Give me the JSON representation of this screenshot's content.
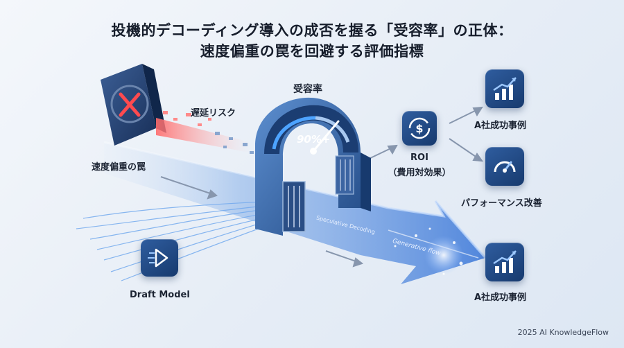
{
  "title": {
    "line1": "投機的デコーディング導入の成否を握る「受容率」の正体：",
    "line2": "速度偏重の罠を回避する評価指標"
  },
  "gauge": {
    "label": "受容率",
    "value_text": "90%+"
  },
  "trap": {
    "label": "速度偏重の罠",
    "risk_label": "遅延リスク"
  },
  "draft": {
    "label": "Draft Model"
  },
  "roi": {
    "label": "ROI",
    "sublabel": "（費用対効果）"
  },
  "outcomes": {
    "case_top": "A社成功事例",
    "performance": "パフォーマンス改善",
    "case_bottom": "A社成功事例"
  },
  "flow_text": {
    "line_a": "Speculative Decoding",
    "line_b": "Generative flow"
  },
  "footer": "2025 AI KnowledgeFlow",
  "colors": {
    "accent_blue": "#2f6fd6",
    "dark_tile": "#173a6e",
    "danger_red": "#e0393e"
  }
}
